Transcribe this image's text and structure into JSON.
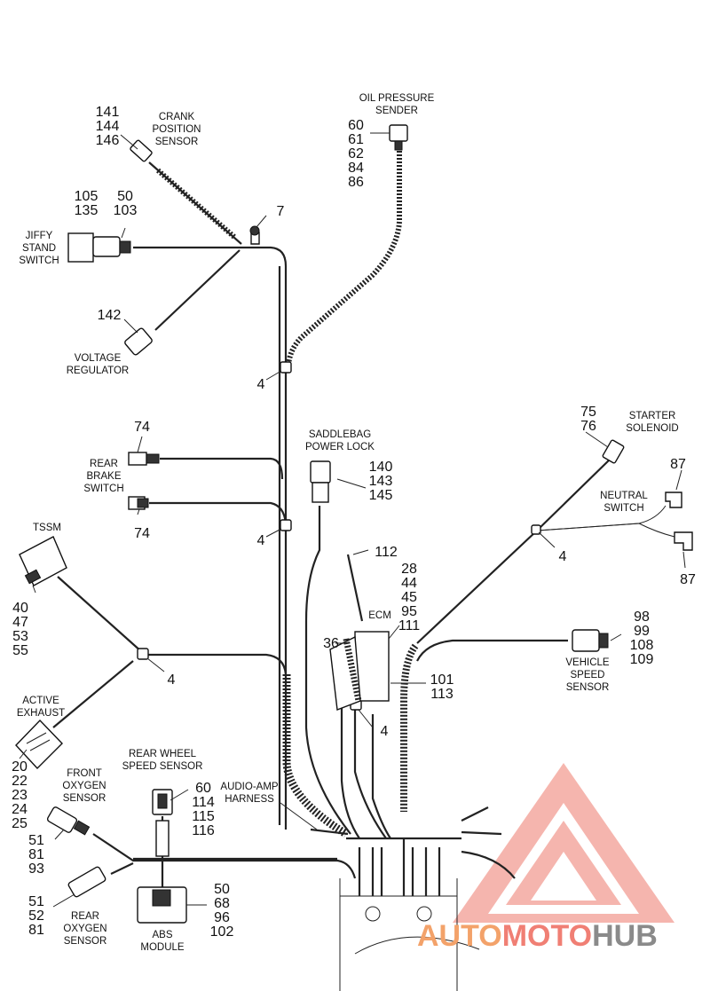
{
  "labels": [
    {
      "id": "crank-position-sensor",
      "lines": [
        "CRANK",
        "POSITION",
        "SENSOR"
      ]
    },
    {
      "id": "oil-pressure-sender",
      "lines": [
        "OIL PRESSURE",
        "SENDER"
      ]
    },
    {
      "id": "jiffy-stand-switch",
      "lines": [
        "JIFFY",
        "STAND",
        "SWITCH"
      ]
    },
    {
      "id": "voltage-regulator",
      "lines": [
        "VOLTAGE",
        "REGULATOR"
      ]
    },
    {
      "id": "rear-brake-switch",
      "lines": [
        "REAR",
        "BRAKE",
        "SWITCH"
      ]
    },
    {
      "id": "saddlebag-power-lock",
      "lines": [
        "SADDLEBAG",
        "POWER LOCK"
      ]
    },
    {
      "id": "starter-solenoid",
      "lines": [
        "STARTER",
        "SOLENOID"
      ]
    },
    {
      "id": "neutral-switch",
      "lines": [
        "NEUTRAL",
        "SWITCH"
      ]
    },
    {
      "id": "tssm",
      "lines": [
        "TSSM"
      ]
    },
    {
      "id": "ecm",
      "lines": [
        "ECM"
      ]
    },
    {
      "id": "vehicle-speed-sensor",
      "lines": [
        "VEHICLE",
        "SPEED",
        "SENSOR"
      ]
    },
    {
      "id": "active-exhaust",
      "lines": [
        "ACTIVE",
        "EXHAUST"
      ]
    },
    {
      "id": "rear-wheel-speed-sensor",
      "lines": [
        "REAR WHEEL",
        "SPEED SENSOR"
      ]
    },
    {
      "id": "audio-amp-harness",
      "lines": [
        "AUDIO-AMP",
        "HARNESS"
      ]
    },
    {
      "id": "front-oxygen-sensor",
      "lines": [
        "FRONT",
        "OXYGEN",
        "SENSOR"
      ]
    },
    {
      "id": "rear-oxygen-sensor",
      "lines": [
        "REAR",
        "OXYGEN",
        "SENSOR"
      ]
    },
    {
      "id": "abs-module",
      "lines": [
        "ABS",
        "MODULE"
      ]
    }
  ],
  "numbers": [
    {
      "id": "crank",
      "lines": [
        "141",
        "144",
        "146"
      ]
    },
    {
      "id": "oil",
      "lines": [
        "60",
        "61",
        "62",
        "84",
        "86"
      ]
    },
    {
      "id": "jiffy-a",
      "lines": [
        "105",
        "135"
      ]
    },
    {
      "id": "jiffy-b",
      "lines": [
        "50",
        "103"
      ]
    },
    {
      "id": "clip-7",
      "lines": [
        "7"
      ]
    },
    {
      "id": "vreg",
      "lines": [
        "142"
      ]
    },
    {
      "id": "clip-4a",
      "lines": [
        "4"
      ]
    },
    {
      "id": "brake-top",
      "lines": [
        "74"
      ]
    },
    {
      "id": "brake-bottom",
      "lines": [
        "74"
      ]
    },
    {
      "id": "clip-4b",
      "lines": [
        "4"
      ]
    },
    {
      "id": "saddlebag",
      "lines": [
        "140",
        "143",
        "145"
      ]
    },
    {
      "id": "starter",
      "lines": [
        "75",
        "76"
      ]
    },
    {
      "id": "neutral-top",
      "lines": [
        "87"
      ]
    },
    {
      "id": "neutral-bottom",
      "lines": [
        "87"
      ]
    },
    {
      "id": "clip-4c",
      "lines": [
        "4"
      ]
    },
    {
      "id": "ecm-112",
      "lines": [
        "112"
      ]
    },
    {
      "id": "ecm-group",
      "lines": [
        "28",
        "44",
        "45",
        "95",
        "111"
      ]
    },
    {
      "id": "ecm-36",
      "lines": [
        "36"
      ]
    },
    {
      "id": "ecm-101",
      "lines": [
        "101",
        "113"
      ]
    },
    {
      "id": "clip-4e",
      "lines": [
        "4"
      ]
    },
    {
      "id": "vss",
      "lines": [
        "98",
        "99",
        "108",
        "109"
      ]
    },
    {
      "id": "tssm",
      "lines": [
        "40",
        "47",
        "53",
        "55"
      ]
    },
    {
      "id": "clip-4d",
      "lines": [
        "4"
      ]
    },
    {
      "id": "active-exhaust",
      "lines": [
        "20",
        "22",
        "23",
        "24",
        "25"
      ]
    },
    {
      "id": "rear-wheel",
      "lines": [
        "60",
        "114",
        "115",
        "116"
      ]
    },
    {
      "id": "front-o2",
      "lines": [
        "51",
        "81",
        "93"
      ]
    },
    {
      "id": "rear-o2",
      "lines": [
        "51",
        "52",
        "81"
      ]
    },
    {
      "id": "abs",
      "lines": [
        "50",
        "68",
        "96",
        "102"
      ]
    }
  ],
  "watermark": {
    "part1": "AUTO",
    "part2": "MOTO",
    "part3": "HUB",
    "colors": {
      "part1": "#f3a26a",
      "part2": "#f07f74",
      "part3": "#8a8a8a",
      "triangle": "#f4a9a0"
    }
  }
}
